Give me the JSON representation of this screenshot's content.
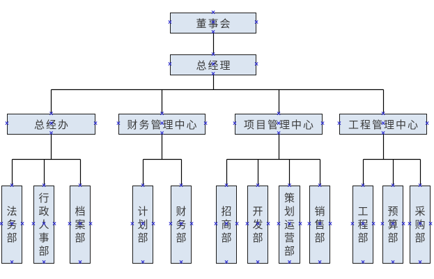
{
  "org": {
    "board": "董事会",
    "general_manager": "总经理",
    "centers": [
      {
        "label": "总经办",
        "depts": [
          "法务部",
          "行政人事部",
          "档案部"
        ]
      },
      {
        "label": "财务管理中心",
        "depts": [
          "计划部",
          "财务部"
        ]
      },
      {
        "label": "项目管理中心",
        "depts": [
          "招商部",
          "开发部",
          "策划运营部",
          "销售部"
        ]
      },
      {
        "label": "工程管理中心",
        "depts": [
          "工程部",
          "预算部",
          "采购部"
        ]
      }
    ]
  },
  "colors": {
    "box_fill": "#dbe5f1",
    "box_border": "#1a1a1a",
    "connector": "#000000",
    "anchor_marker": "#2b2bd0",
    "text": "#3a3a3a",
    "background": "#ffffff"
  },
  "icons": {
    "anchor_marker": "×"
  }
}
